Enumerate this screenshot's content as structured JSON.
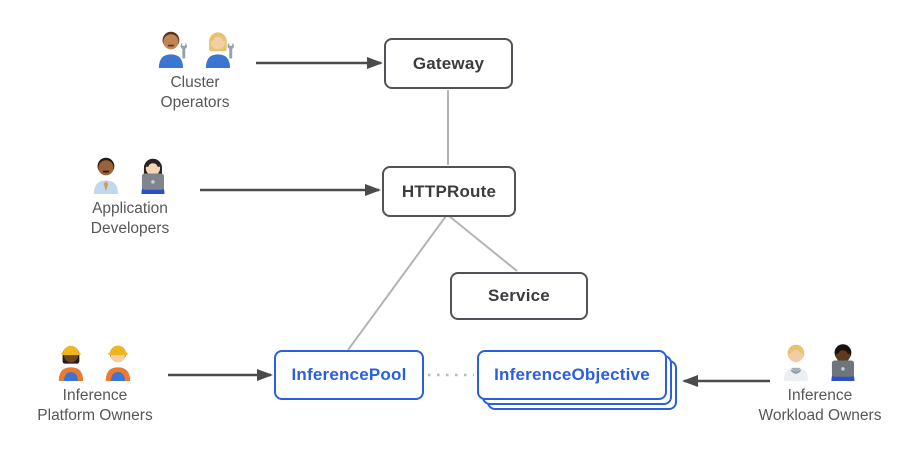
{
  "palette": {
    "accent_blue": "#2c5ee0",
    "gray_box_border": "#515257",
    "gray_box_text": "#3a3c3f",
    "connector_gray": "#b4b4b4",
    "arrow_gray": "#4a4b4d",
    "persona_text_gray": "#565759",
    "background": "#ffffff"
  },
  "nodes": {
    "gateway": {
      "label": "Gateway"
    },
    "httproute": {
      "label": "HTTPRoute"
    },
    "service": {
      "label": "Service"
    },
    "inference_pool": {
      "label": "InferencePool"
    },
    "inference_objective": {
      "label": "InferenceObjective",
      "stacked_copies": 3
    }
  },
  "personas": {
    "cluster_operators": {
      "line1": "Cluster",
      "line2": "Operators",
      "icons": [
        "man-mechanic-icon",
        "woman-mechanic-icon"
      ]
    },
    "application_developers": {
      "line1": "Application",
      "line2": "Developers",
      "icons": [
        "office-worker-icon",
        "woman-technologist-icon"
      ]
    },
    "inference_platform_owners": {
      "line1": "Inference",
      "line2": "Platform Owners",
      "icons": [
        "woman-construction-worker-icon",
        "man-construction-worker-icon"
      ]
    },
    "inference_workload_owners": {
      "line1": "Inference",
      "line2": "Workload Owners",
      "icons": [
        "health-worker-icon",
        "man-technologist-icon"
      ]
    }
  },
  "edges": [
    {
      "from": "cluster_operators",
      "to": "gateway",
      "style": "arrow"
    },
    {
      "from": "application_developers",
      "to": "httproute",
      "style": "arrow"
    },
    {
      "from": "inference_platform_owners",
      "to": "inference_pool",
      "style": "arrow"
    },
    {
      "from": "inference_workload_owners",
      "to": "inference_objective",
      "style": "arrow"
    },
    {
      "from": "gateway",
      "to": "httproute",
      "style": "line"
    },
    {
      "from": "httproute",
      "to": "service",
      "style": "line"
    },
    {
      "from": "httproute",
      "to": "inference_pool",
      "style": "line"
    },
    {
      "from": "inference_pool",
      "to": "inference_objective",
      "style": "dotted"
    }
  ]
}
